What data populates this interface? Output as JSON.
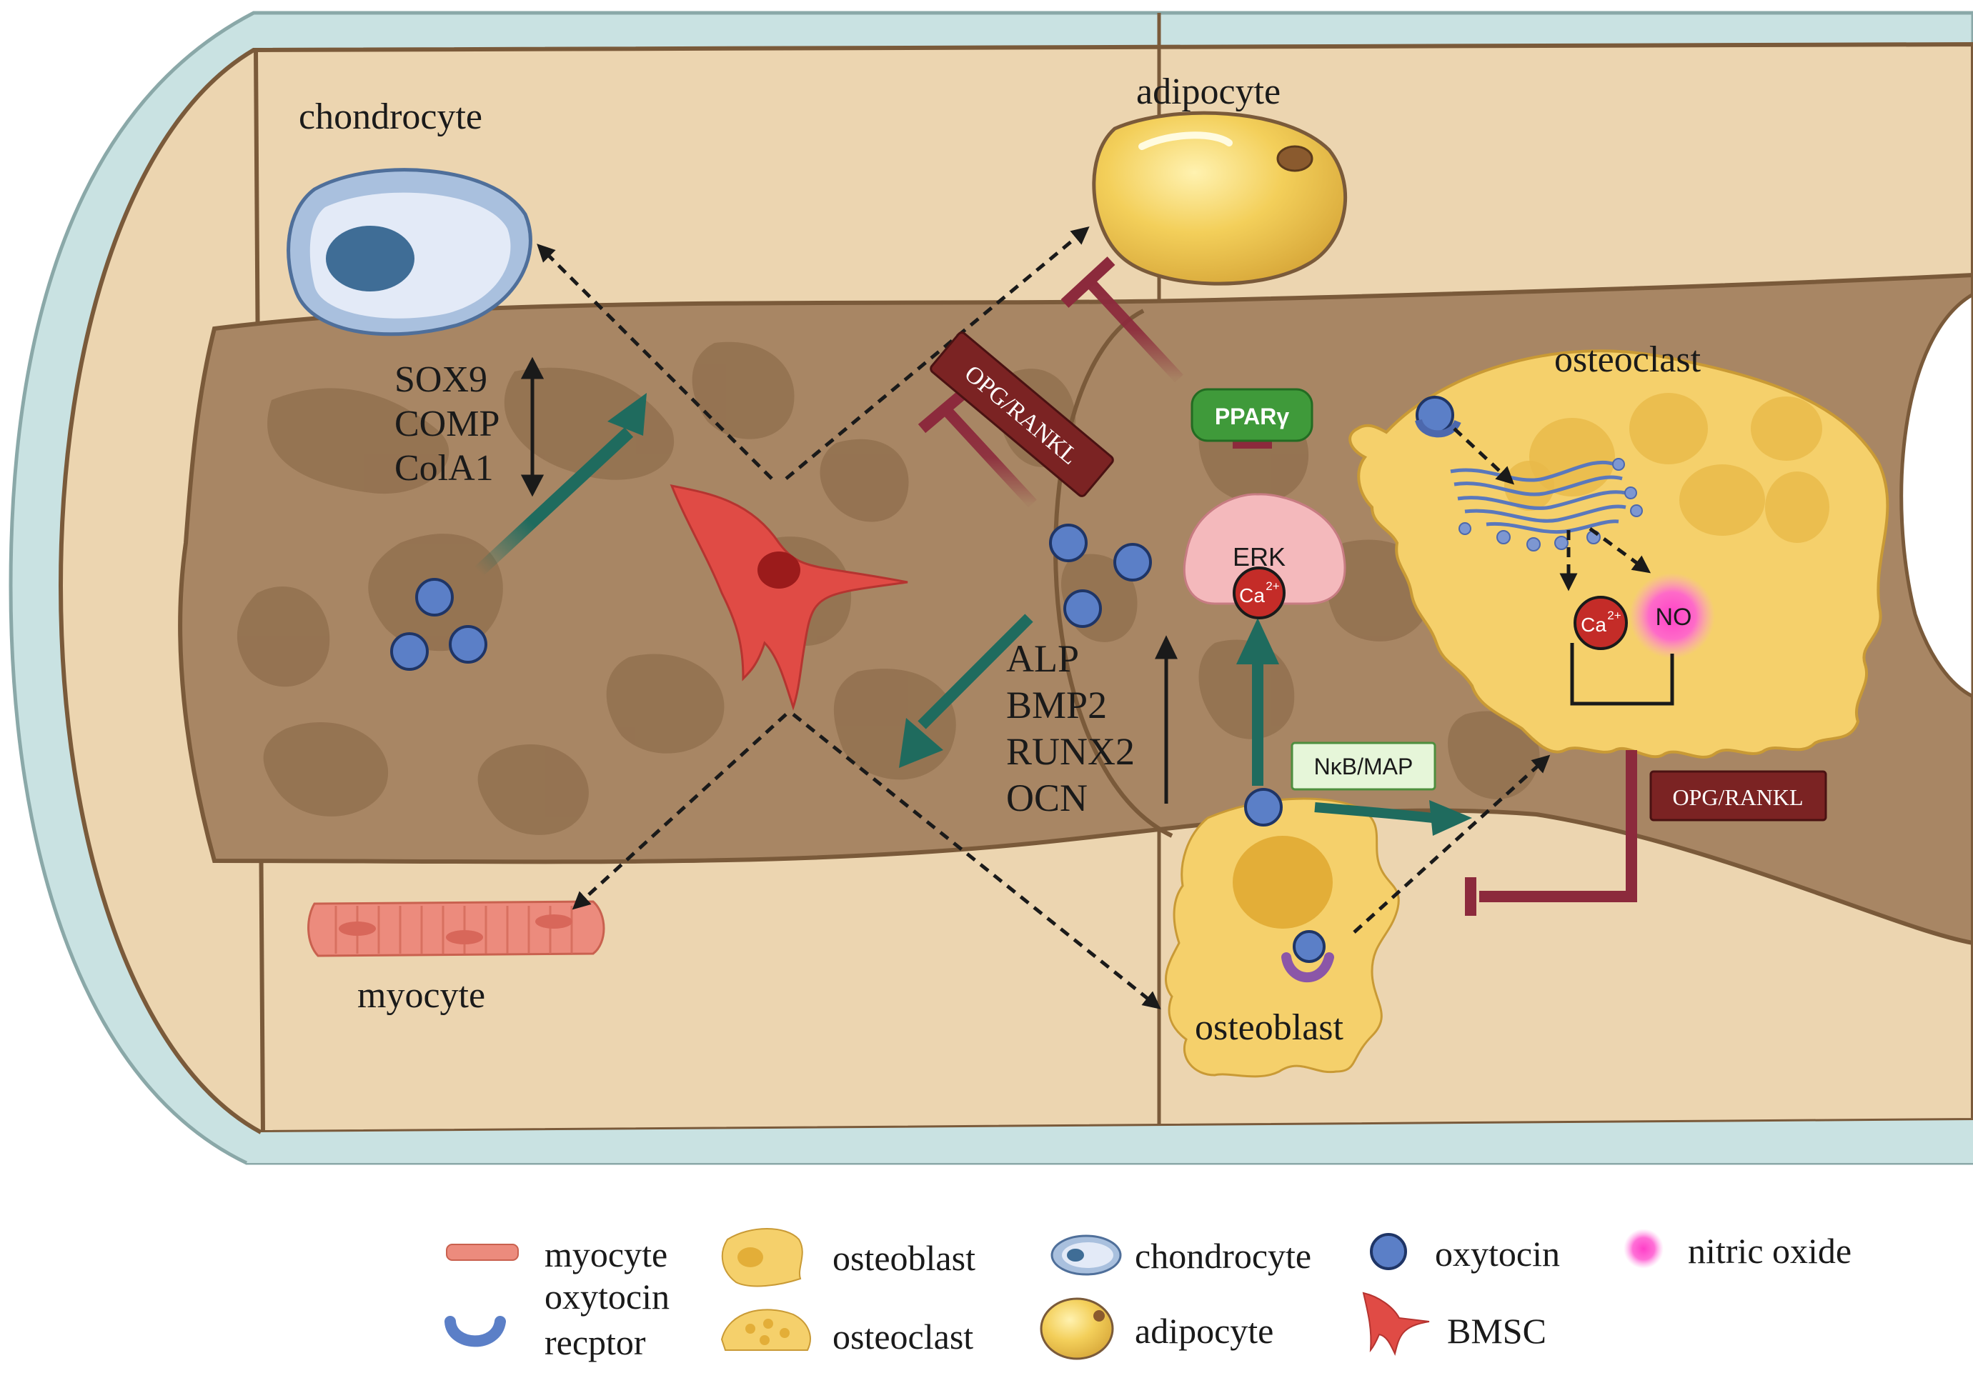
{
  "cells": {
    "chondrocyte": "chondrocyte",
    "adipocyte": "adipocyte",
    "osteoclast": "osteoclast",
    "myocyte": "myocyte",
    "osteoblast": "osteoblast"
  },
  "markers": {
    "chondro_genes": [
      "SOX9",
      "COMP",
      "ColA1"
    ],
    "osteo_genes": [
      "ALP",
      "BMP2",
      "RUNX2",
      "OCN"
    ]
  },
  "labels": {
    "opg_rankl_top": "OPG/RANKL",
    "opg_rankl_right": "OPG/RANKL",
    "ppar": "PPARγ",
    "erk": "ERK",
    "ca": "Ca",
    "ca_sup": "2+",
    "nfkb": "NκB/MAP",
    "no": "NO"
  },
  "legend": {
    "myocyte": "myocyte",
    "osteoblast": "osteoblast",
    "chondrocyte": "chondrocyte",
    "oxytocin": "oxytocin",
    "nitric_oxide": "nitric oxide",
    "receptor_line1": "oxytocin",
    "receptor_line2": "recptor",
    "osteoclast": "osteoclast",
    "adipocyte": "adipocyte",
    "bmsc": "BMSC"
  },
  "colors": {
    "bone_outer": "#c9e2e2",
    "bone_tan": "#ecd5b0",
    "marrow": "#a88664",
    "marrow_dark": "#93714f",
    "outline": "#7a5a3a",
    "oxytocin": "#5b7fc7",
    "green_arrow": "#1f6b5e",
    "inhibit": "#8c2a3c",
    "opg_box": "#7b2323",
    "ppar": "#3f9a3a",
    "bmsc": "#e04b45",
    "osteo_yellow": "#f5d06b",
    "nitric": "#ff3fc8"
  }
}
